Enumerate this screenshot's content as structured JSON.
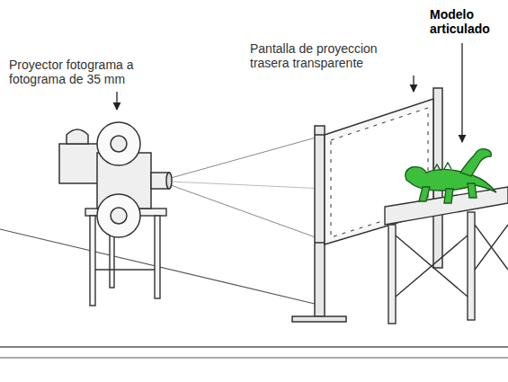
{
  "diagram": {
    "labels": [
      "Proyector fotograma a fotograma de 35 mm",
      "Pantalla de proyeccion trasera transparente",
      "Modelo articulado"
    ]
  }
}
